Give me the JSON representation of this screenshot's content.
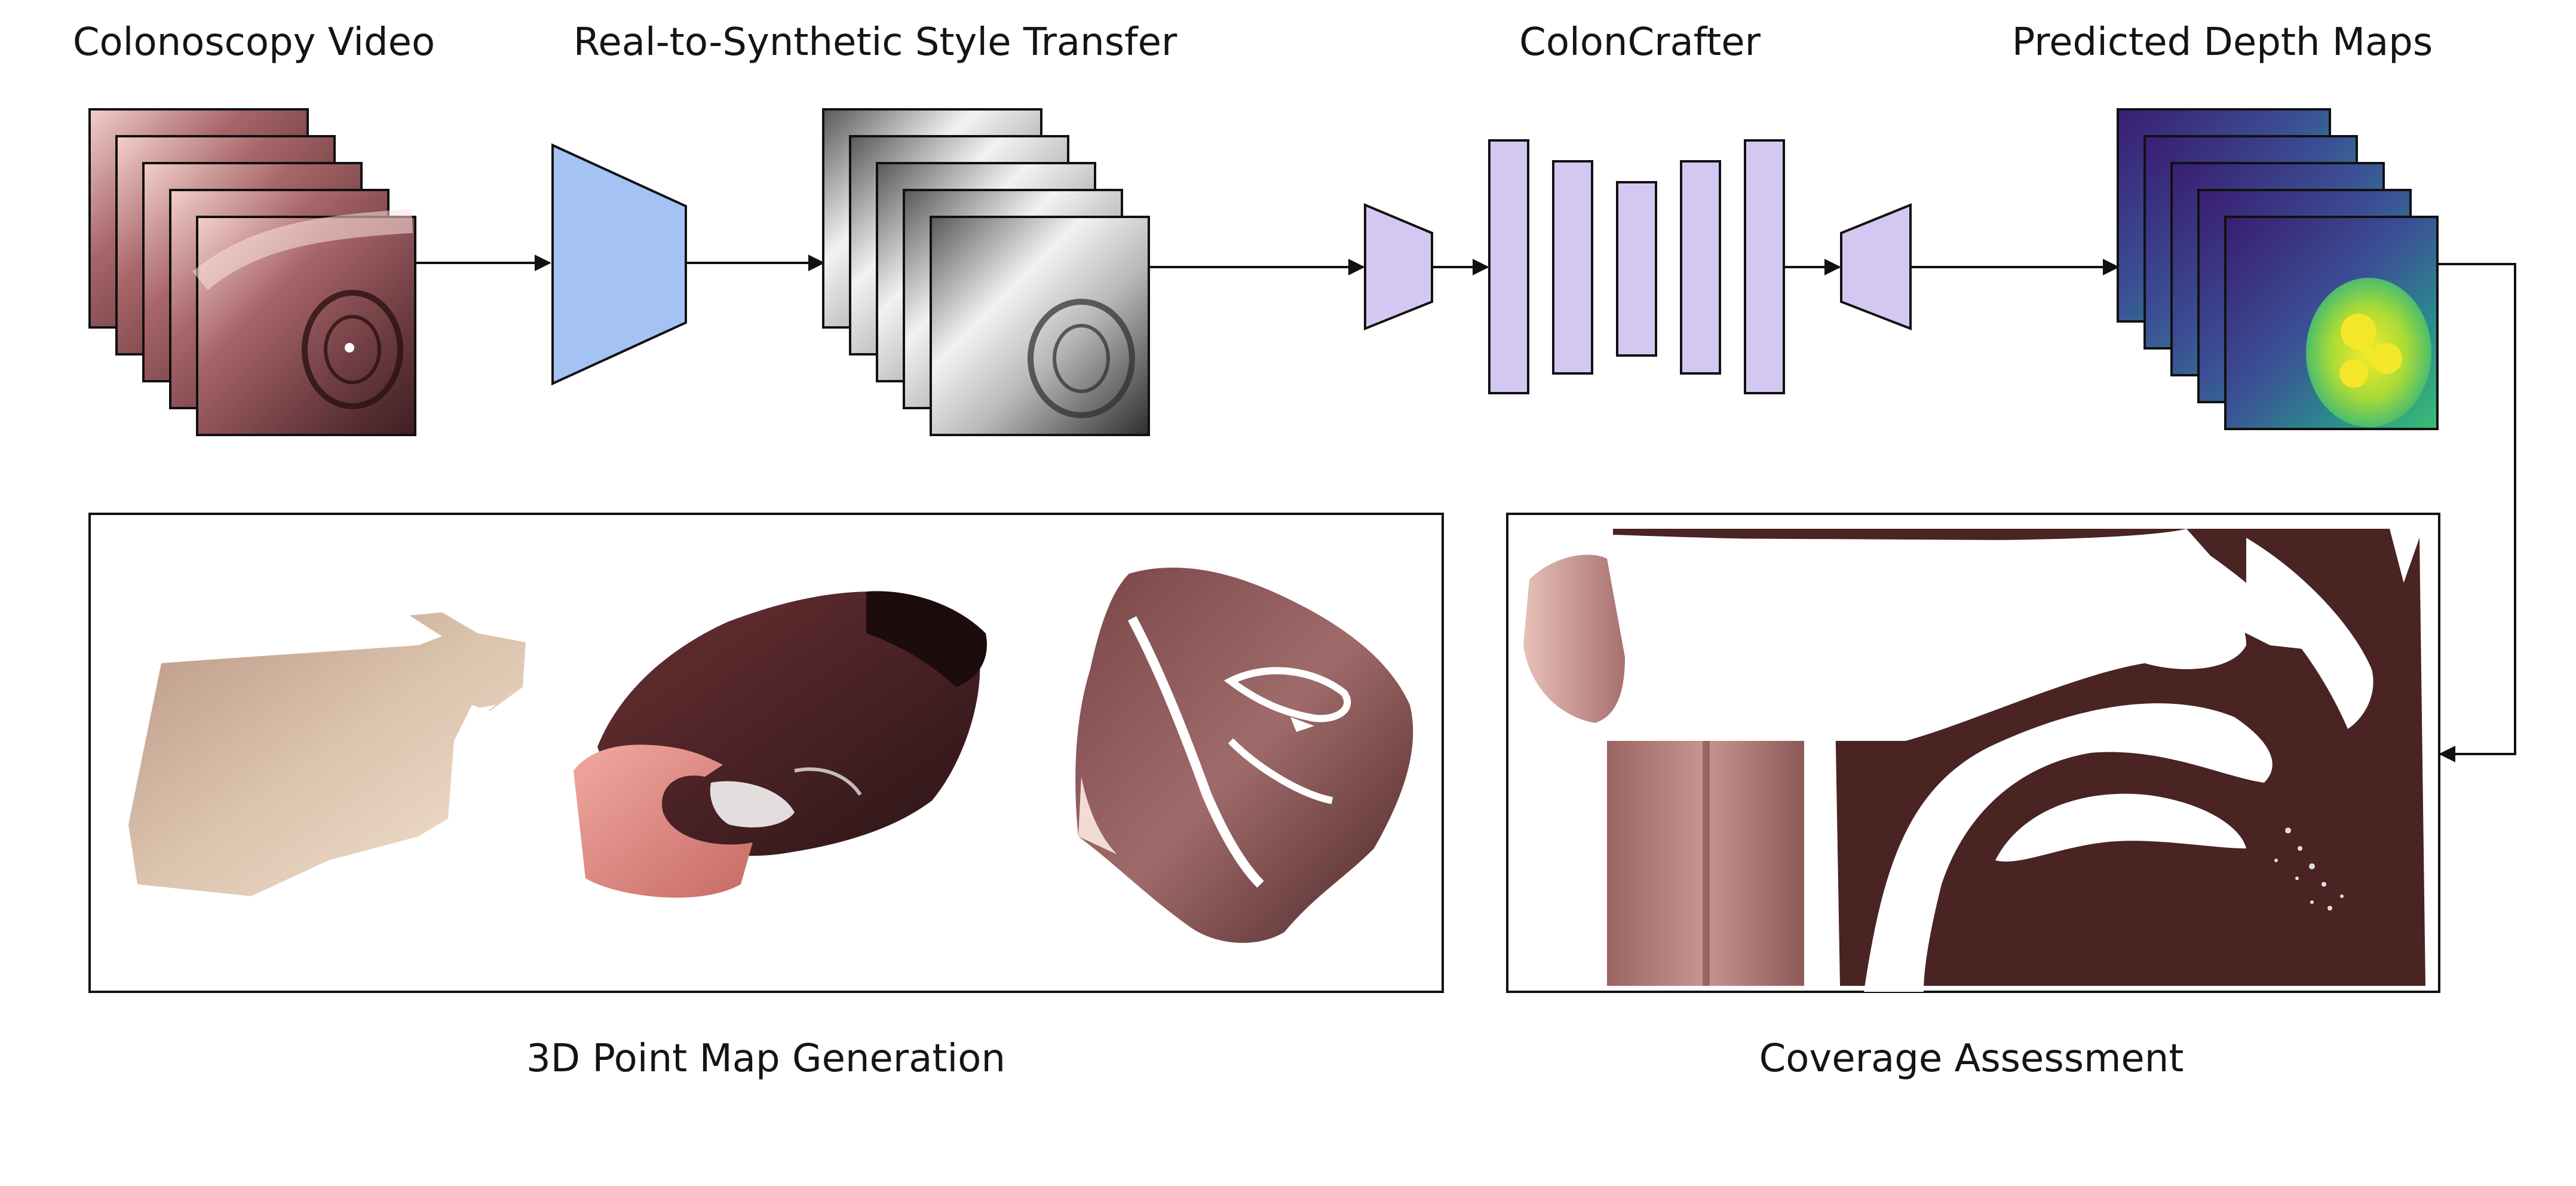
{
  "labels": {
    "video": "Colonoscopy Video",
    "style": "Real-to-Synthetic Style Transfer",
    "model": "ColonCrafter",
    "depth": "Predicted Depth Maps",
    "pointmap": "3D Point Map Generation",
    "coverage": "Coverage Assessment"
  },
  "colors": {
    "line": "#111111",
    "encoder_blue": "#a4c2f4",
    "unet_lavender": "#d4c8f2",
    "tissue_dark": "#4a2323",
    "tissue_pink": "#d98f86",
    "tissue_beige": "#d8bca4"
  }
}
